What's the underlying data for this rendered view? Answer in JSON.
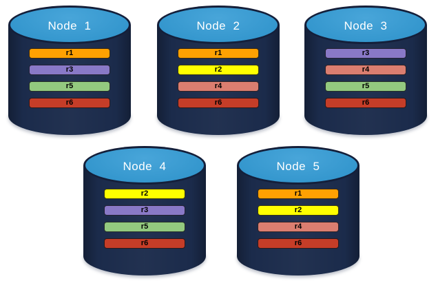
{
  "palette": {
    "page_bg": "#FFFFFF",
    "cylinder_body": "#1B2B4B",
    "cylinder_rim": "#141F3A",
    "cylinder_top": "#2F99D4",
    "label_text": "#FFFFFF",
    "bar_text": "#000000",
    "r1": "#FFA102",
    "r2": "#FFFF00",
    "r3": "#8979C7",
    "r4": "#DB7E70",
    "r5": "#93C97F",
    "r6": "#C53D28"
  },
  "nodes": [
    {
      "label": "Node  1",
      "replicas": [
        "r1",
        "r3",
        "r5",
        "r6"
      ]
    },
    {
      "label": "Node  2",
      "replicas": [
        "r1",
        "r2",
        "r4",
        "r6"
      ]
    },
    {
      "label": "Node  3",
      "replicas": [
        "r3",
        "r4",
        "r5",
        "r6"
      ]
    },
    {
      "label": "Node  4",
      "replicas": [
        "r2",
        "r3",
        "r5",
        "r6"
      ]
    },
    {
      "label": "Node  5",
      "replicas": [
        "r1",
        "r2",
        "r4",
        "r6"
      ]
    }
  ]
}
